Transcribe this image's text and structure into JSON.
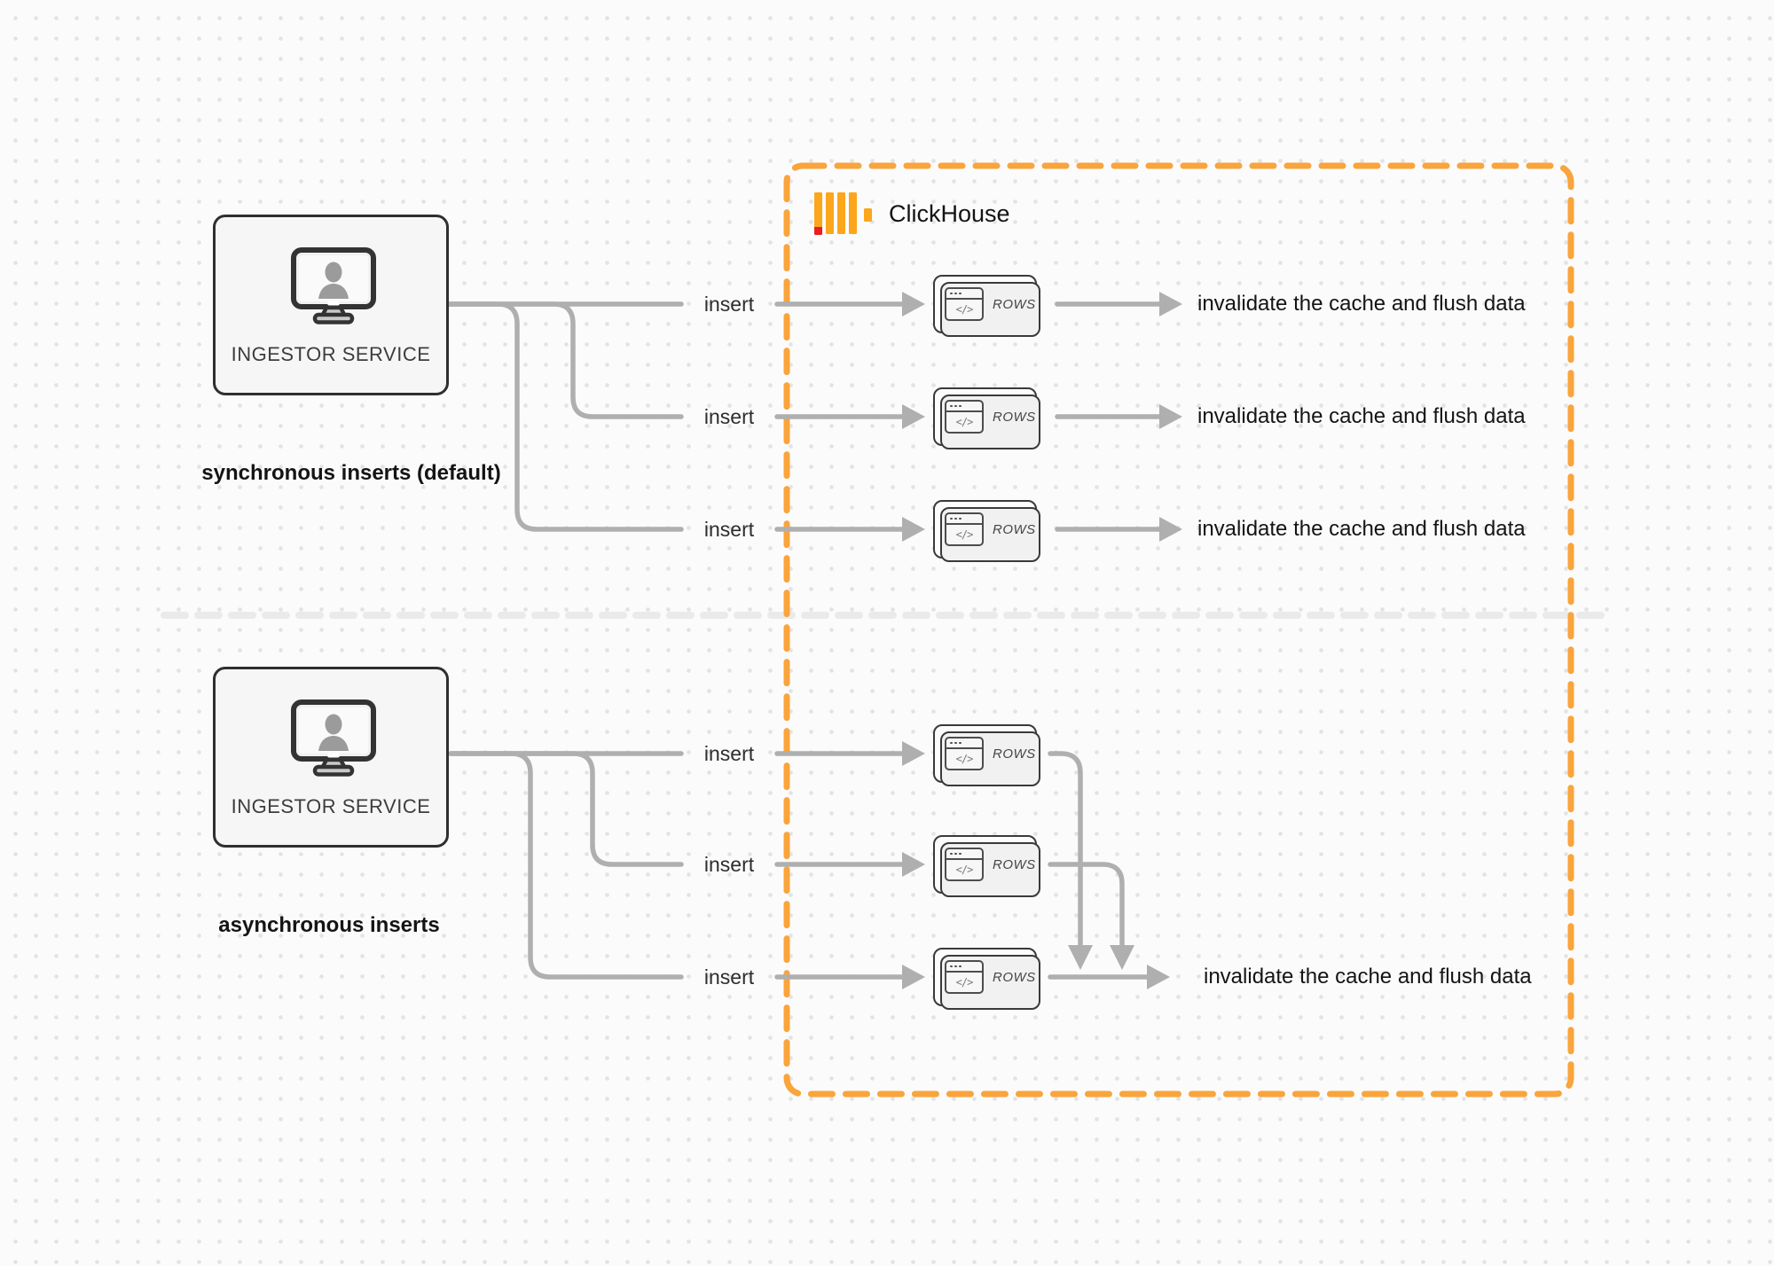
{
  "clickhouse": {
    "brand": "ClickHouse"
  },
  "sync": {
    "service": "INGESTOR SERVICE",
    "caption": "synchronous inserts (default)",
    "rows": [
      {
        "insert": "insert",
        "node": "ROWS",
        "result": "invalidate the cache and flush data"
      },
      {
        "insert": "insert",
        "node": "ROWS",
        "result": "invalidate the cache and flush data"
      },
      {
        "insert": "insert",
        "node": "ROWS",
        "result": "invalidate the cache and flush data"
      }
    ]
  },
  "async": {
    "service": "INGESTOR SERVICE",
    "caption": "asynchronous inserts",
    "rows": [
      {
        "insert": "insert",
        "node": "ROWS"
      },
      {
        "insert": "insert",
        "node": "ROWS"
      },
      {
        "insert": "insert",
        "node": "ROWS"
      }
    ],
    "result": "invalidate the cache and flush data"
  },
  "glyphs": {
    "code": "</>"
  },
  "colors": {
    "accent_orange": "#FAA43C",
    "logo_yellow": "#FBA61B",
    "logo_red": "#EC1C24",
    "connector_gray": "#AFAFAF",
    "divider_gray": "#EAEAEA",
    "node_border": "#3A3A3A"
  }
}
